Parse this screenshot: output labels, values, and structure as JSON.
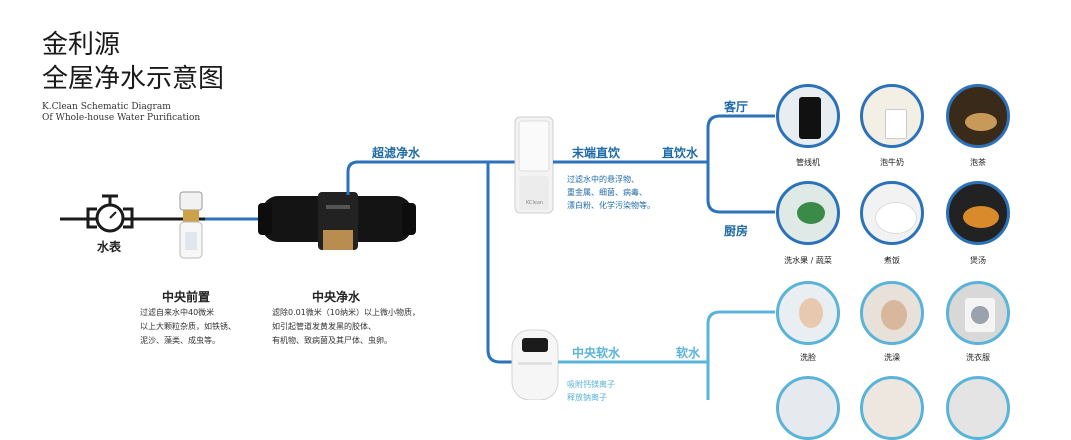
{
  "header": {
    "title_line1": "金利源",
    "title_line2": "全屋净水示意图",
    "subtitle_line1": "K.Clean Schematic Diagram",
    "subtitle_line2": "Of  Whole-house Water Purification"
  },
  "meter": {
    "label": "水表"
  },
  "pre_filter": {
    "heading": "中央前置",
    "lines": [
      "过滤自来水中40微米",
      "以上大颗粒杂质，如铁锈、",
      "泥沙、藻类、成虫等。"
    ]
  },
  "central_purifier": {
    "heading": "中央净水",
    "lines": [
      "滤除0.01微米（10纳米）以上微小物质，",
      "如引起管道发黄发黑的胶体、",
      "有机物、致病菌及其尸体、虫卵。"
    ]
  },
  "flows": {
    "ultra": "超滤净水",
    "terminal": "末端直饮",
    "direct": "直饮水",
    "soft_central": "中央软水",
    "soft": "软水"
  },
  "terminal_desc": [
    "过滤水中的悬浮物、",
    "重金属、细菌、病毒、",
    "漂白粉、化学污染物等。"
  ],
  "softener_desc": [
    "吸附钙镁离子",
    "释放钠离子"
  ],
  "rooms": {
    "living": "客厅",
    "kitchen": "厨房"
  },
  "device_brand": "KClean",
  "uses_direct": [
    {
      "label": "管线机",
      "icon": "pipeline-machine-icon"
    },
    {
      "label": "泡牛奶",
      "icon": "milk-icon"
    },
    {
      "label": "泡茶",
      "icon": "tea-icon"
    },
    {
      "label": "洗水果 / 蔬菜",
      "icon": "vegetables-icon"
    },
    {
      "label": "煮饭",
      "icon": "rice-icon"
    },
    {
      "label": "煲汤",
      "icon": "soup-icon"
    }
  ],
  "uses_soft": [
    {
      "label": "洗脸",
      "icon": "face-wash-icon"
    },
    {
      "label": "洗澡",
      "icon": "shower-icon"
    },
    {
      "label": "洗衣服",
      "icon": "washing-machine-icon"
    }
  ],
  "colors": {
    "accent": "#2b72b8",
    "soft": "#5ab3d8",
    "pipe": "#1a1a1a"
  }
}
